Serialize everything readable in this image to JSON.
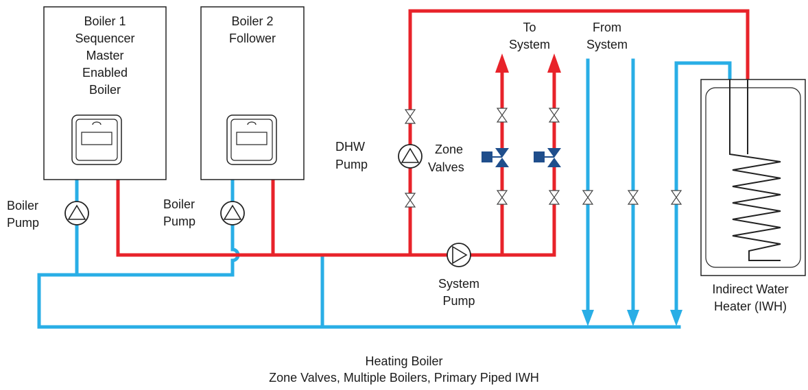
{
  "boiler1": {
    "lines": [
      "Boiler 1",
      "Sequencer",
      "Master",
      "Enabled",
      "Boiler"
    ]
  },
  "boiler2": {
    "lines": [
      "Boiler 2",
      "Follower"
    ]
  },
  "labels": {
    "boiler_pump_1": [
      "Boiler",
      "Pump"
    ],
    "boiler_pump_2": [
      "Boiler",
      "Pump"
    ],
    "dhw_pump": [
      "DHW",
      "Pump"
    ],
    "zone_valves": [
      "Zone",
      "Valves"
    ],
    "to_system": [
      "To",
      "System"
    ],
    "from_system": [
      "From",
      "System"
    ],
    "system_pump": [
      "System",
      "Pump"
    ],
    "iwh": [
      "Indirect Water",
      "Heater (IWH)"
    ]
  },
  "caption": [
    "Heating Boiler",
    "Zone Valves, Multiple Boilers, Primary Piped IWH"
  ],
  "colors": {
    "supply": "#e8232a",
    "return": "#29aee6",
    "valve_actuator": "#1f4e8c"
  }
}
